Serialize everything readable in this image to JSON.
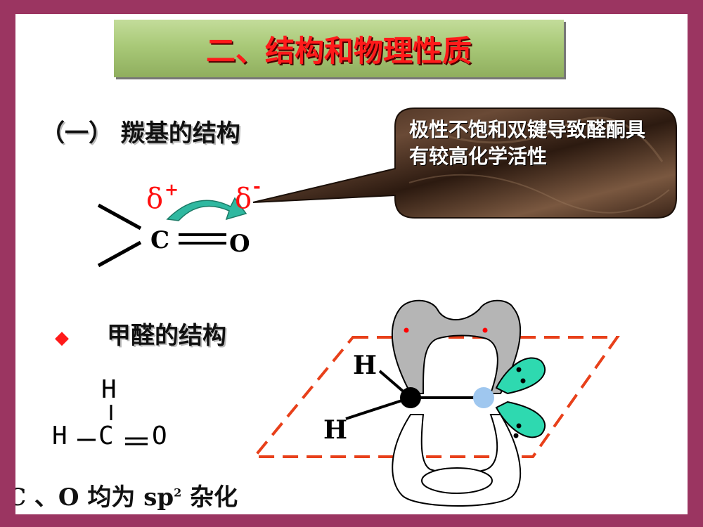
{
  "title": "二、结构和物理性质",
  "section1": {
    "heading": "（一）  羰基的结构"
  },
  "callout": {
    "text": "极性不饱和双键导致醛酮具有较高化学活性"
  },
  "carbonyl": {
    "delta_plus": "δ",
    "delta_plus_sign": "+",
    "delta_minus": "δ",
    "delta_minus_sign": "-",
    "carbon": "C",
    "oxygen": "O"
  },
  "section2": {
    "bullet": "◆",
    "heading": "甲醛的结构"
  },
  "formaldehyde": {
    "h_top": "H",
    "h_left": "H",
    "carbon": "C",
    "oxygen": "O"
  },
  "orbital": {
    "h_upper": "H",
    "h_lower": "H"
  },
  "footer": {
    "prefix": "C 、O 均为 sp",
    "sup": "2",
    "suffix": " 杂化"
  },
  "colors": {
    "frame": "#9b3561",
    "title_text": "#ff1a1a",
    "arrow_teal": "#2fb8a0",
    "lone_pair_lobe": "#2ed9b0",
    "plane_dash": "#e8401a",
    "pi_lobe": "#b5b5b5",
    "oxygen_atom": "#9fc7ef"
  }
}
